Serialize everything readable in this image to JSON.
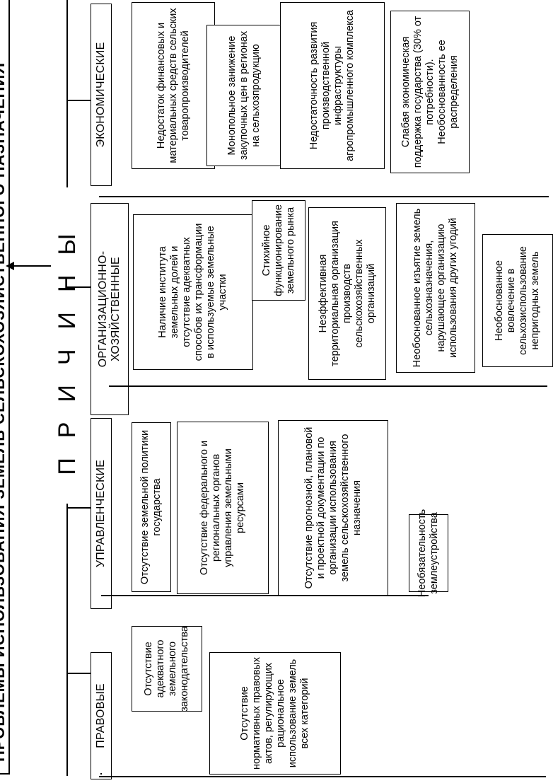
{
  "banner": {
    "text": "ПРОБЛЕМЫ ИСПОЛЬЗОВАНИЯ ЗЕМЕЛЬ СЕЛЬСКОХОЗЯЙСТВЕННОГО НАЗНАЧЕНИЯ"
  },
  "causes_title": "ПРИЧИНЫ",
  "categories": {
    "economic": {
      "label": "ЭКОНОМИЧЕСКИЕ",
      "items": [
        "Недостаток финансовых и материальных средств сельских товаропроизводителей",
        "Монопольное занижение закупочных цен в регионах на сельхозпродукцию",
        "Недостаточность развития производственной инфраструктуры агропромышленного комплекса",
        "Слабая экономическая поддержка государства (30% от потребности). Необоснованность ее распределения"
      ]
    },
    "organizational": {
      "label": "ОРГАНИЗАЦИОННО-ХОЗЯЙСТВЕННЫЕ",
      "items": [
        "Наличие института земельных долей и отсутствие адекватных способов их трансформации в используемые земельные участки",
        "Стихийное функционирование земельного рынка",
        "Неэффективная территориальная организация производств сельскохозяйственных организаций",
        "Необоснованное изъятие земель сельхозназначения, нарушающее организацию использования других угодий",
        "Необоснованное вовлечение в сельхозиспользование непригодных земель"
      ]
    },
    "managerial": {
      "label": "УПРАВЛЕНЧЕСКИЕ",
      "items": [
        "Отсутствие земельной политики государства",
        "Отсутствие федерального и региональных органов управления земельными ресурсами",
        "Отсутствие прогнозной, плановой и проектной документации по организации использования земель сельскохозяйственного назначения",
        "Необязательность землеустройства"
      ]
    },
    "legal": {
      "label": "ПРАВОВЫЕ",
      "items": [
        "Отсутствие адекватного земельного законодательства",
        "Отсутствие нормативных правовых актов, регулирующих рациональное использование земель всех категорий"
      ]
    }
  }
}
